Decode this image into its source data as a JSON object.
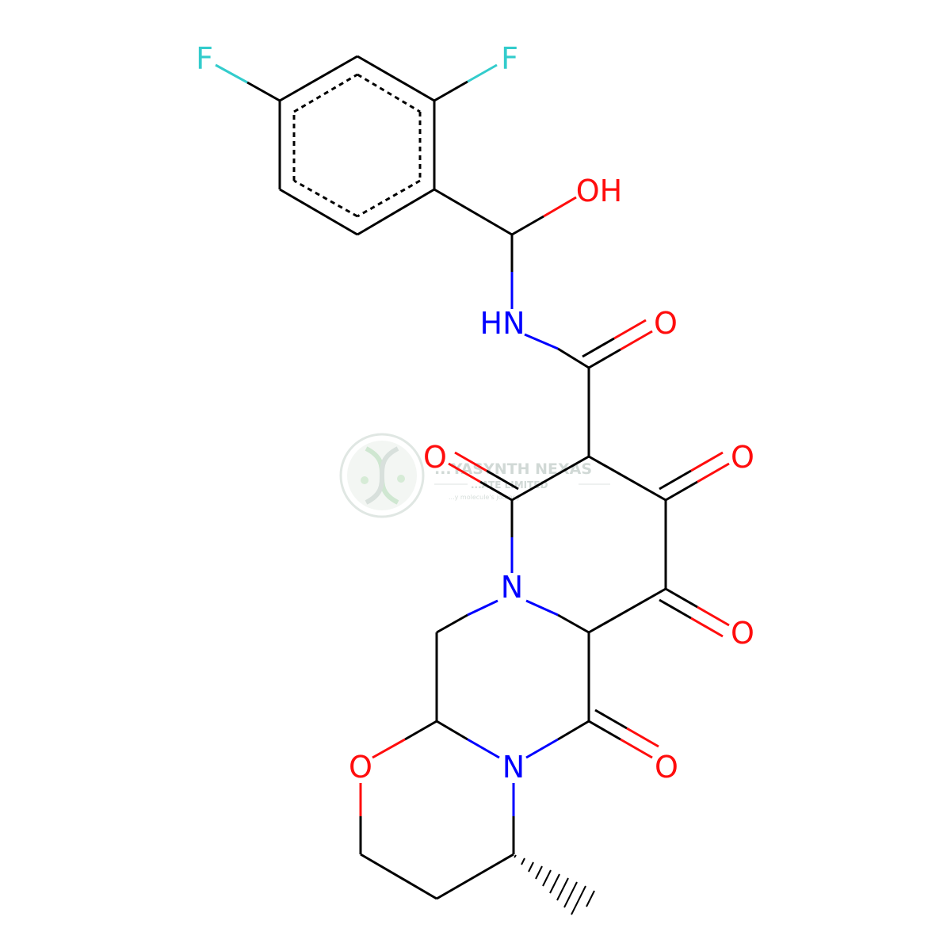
{
  "colors": {
    "bond": "#000000",
    "oxygen": "#ff0d0d",
    "nitrogen": "#0000ff",
    "fluorine": "#33cccc",
    "watermark": "#c9d3cf"
  },
  "atoms": {
    "f_left": "F",
    "f_right": "F",
    "oh": "OH",
    "hn": "HN",
    "o_amide": "O",
    "o_ring_left": "O",
    "o_ring_right_top": "O",
    "o_ring_right_bottom": "O",
    "n_top": "N",
    "n_bottom": "N",
    "o_lactam": "O",
    "o_ether": "O"
  },
  "watermark": {
    "name": "...YASYNTH NEXAS",
    "sub": "...ATE LIMITED",
    "tagline": "...y molecule's journey",
    "icon": "dna-helix-icon"
  }
}
